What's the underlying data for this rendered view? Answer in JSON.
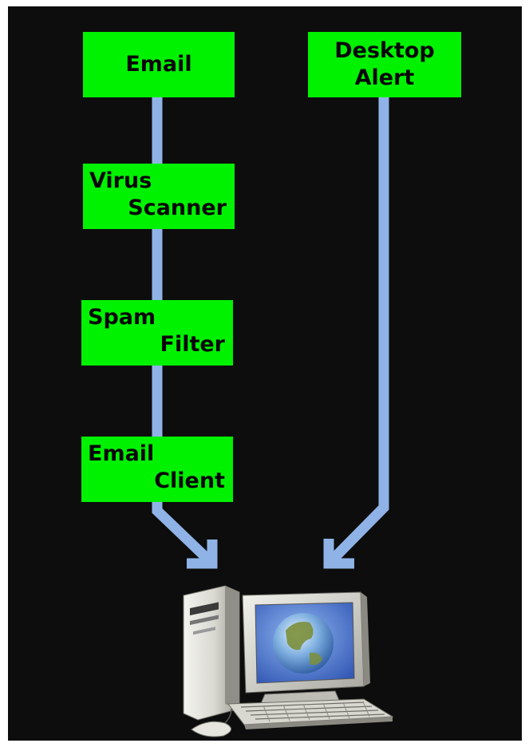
{
  "diagram": {
    "nodes": [
      {
        "id": "email",
        "lines": [
          "Email"
        ]
      },
      {
        "id": "desktop_alert",
        "lines": [
          "Desktop",
          "Alert"
        ]
      },
      {
        "id": "virus_scanner",
        "lines": [
          "Virus",
          "Scanner"
        ]
      },
      {
        "id": "spam_filter",
        "lines": [
          "Spam",
          "Filter"
        ]
      },
      {
        "id": "email_client",
        "lines": [
          "Email",
          "Client"
        ]
      }
    ],
    "edges": [
      {
        "from": "email",
        "to": "virus_scanner"
      },
      {
        "from": "virus_scanner",
        "to": "spam_filter"
      },
      {
        "from": "spam_filter",
        "to": "email_client"
      },
      {
        "from": "email_client",
        "to": "computer",
        "arrow": true
      },
      {
        "from": "desktop_alert",
        "to": "computer",
        "arrow": true
      }
    ],
    "colors": {
      "background": "#0d0d0d",
      "box_fill": "#00f200",
      "box_text": "#060606",
      "connector": "#8fb3e6"
    },
    "computer_icon": "desktop-computer-with-globe-icon"
  }
}
